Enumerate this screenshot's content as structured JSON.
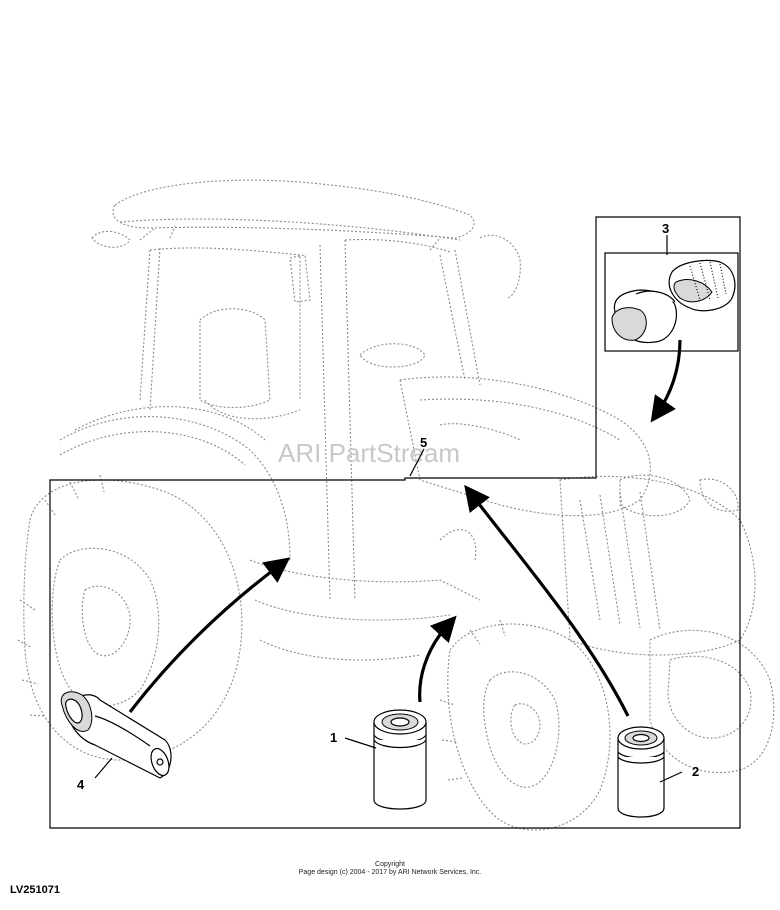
{
  "diagram": {
    "watermark": "ARI PartStream",
    "callouts": {
      "c1": "1",
      "c2": "2",
      "c3": "3",
      "c4": "4",
      "c5": "5"
    }
  },
  "footer": {
    "copyright": "Copyright",
    "page_design": "Page design (c) 2004 - 2017 by ARI Network Services, Inc.",
    "figure_id": "LV251071"
  }
}
